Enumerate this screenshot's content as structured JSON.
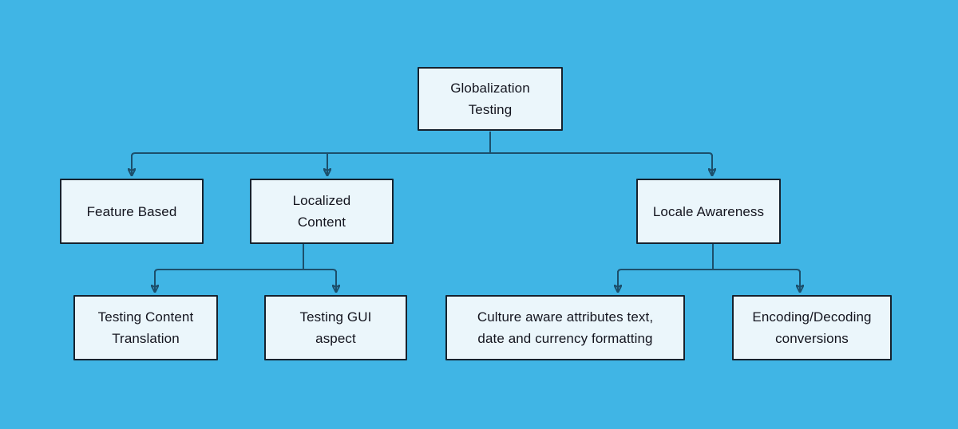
{
  "diagram": {
    "type": "flowchart",
    "colors": {
      "background": "#40B5E5",
      "node_fill": "#EBF6FB",
      "node_border": "#16222E",
      "connector": "#1C4F6B",
      "text": "#14151F"
    },
    "nodes": {
      "root": {
        "label": "Globalization\nTesting"
      },
      "feature_based": {
        "label": "Feature Based"
      },
      "localized_content": {
        "label": "Localized\nContent"
      },
      "locale_awareness": {
        "label": "Locale Awareness"
      },
      "testing_content_translation": {
        "label": "Testing Content\nTranslation"
      },
      "testing_gui_aspect": {
        "label": "Testing GUI\naspect"
      },
      "culture_aware_formatting": {
        "label": "Culture aware attributes text,\ndate and currency formatting"
      },
      "encoding_decoding_conversions": {
        "label": "Encoding/Decoding\nconversions"
      }
    },
    "edges": [
      {
        "from": "root",
        "to": "feature_based"
      },
      {
        "from": "root",
        "to": "localized_content"
      },
      {
        "from": "root",
        "to": "locale_awareness"
      },
      {
        "from": "localized_content",
        "to": "testing_content_translation"
      },
      {
        "from": "localized_content",
        "to": "testing_gui_aspect"
      },
      {
        "from": "locale_awareness",
        "to": "culture_aware_formatting"
      },
      {
        "from": "locale_awareness",
        "to": "encoding_decoding_conversions"
      }
    ]
  }
}
